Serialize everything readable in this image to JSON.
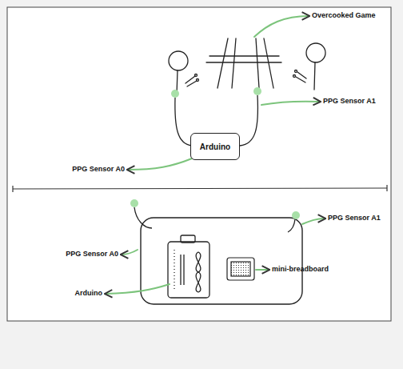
{
  "diagram": {
    "nodes": [
      {
        "text": [
          "Arduino"
        ]
      }
    ],
    "labels": [
      "Overcooked Game",
      "PPG Sensor A1",
      "PPG Sensor A0",
      "PPG Sensor A1",
      "PPG Sensor A0",
      "Arduino",
      "mini-breadboard"
    ]
  }
}
